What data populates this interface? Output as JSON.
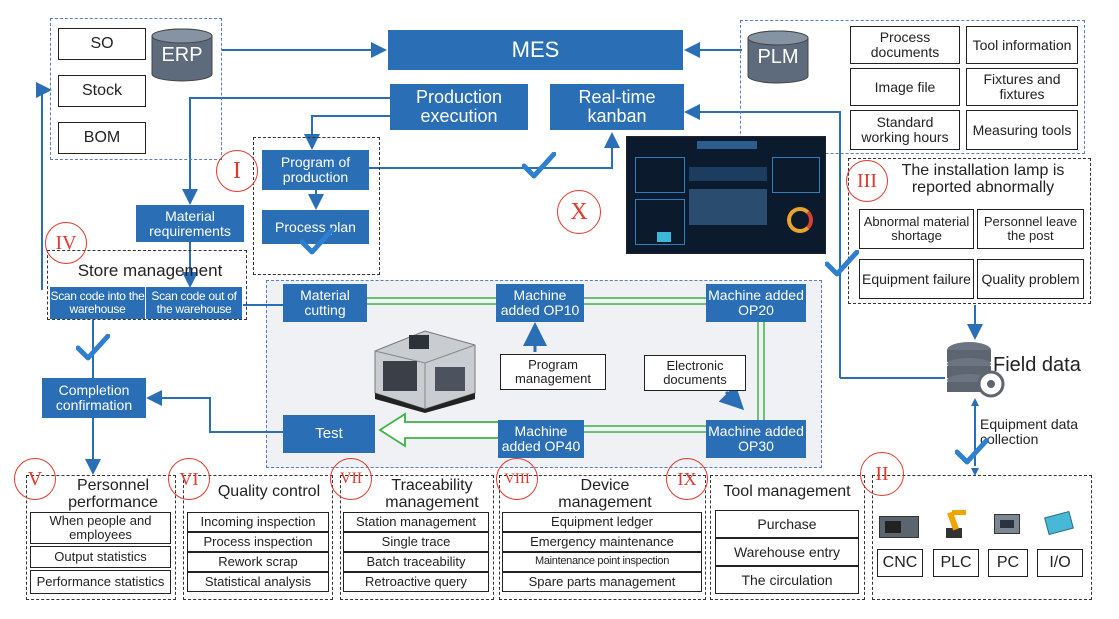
{
  "erp": {
    "label": "ERP",
    "items": [
      "SO",
      "Stock",
      "BOM"
    ]
  },
  "mes": {
    "label": "MES"
  },
  "plm": {
    "label": "PLM",
    "items": [
      "Process documents",
      "Tool information",
      "Image file",
      "Fixtures and fixtures",
      "Standard working hours",
      "Measuring tools"
    ]
  },
  "production_execution": "Production execution",
  "realtime_kanban": "Real-time kanban",
  "section_I": {
    "numeral": "I",
    "program": "Program of production",
    "process_plan": "Process plan"
  },
  "section_X": {
    "numeral": "X"
  },
  "section_III": {
    "numeral": "III",
    "title": "The installation lamp is reported abnormally",
    "items": [
      "Abnormal material shortage",
      "Personnel leave the post",
      "Equipment failure",
      "Quality problem"
    ]
  },
  "material_requirements": "Material requirements",
  "section_IV": {
    "numeral": "IV",
    "title": "Store management",
    "scan_in": "Scan code into the warehouse",
    "scan_out": "Scan code out of the warehouse"
  },
  "workshop": {
    "material_cutting": "Material cutting",
    "op10": "Machine added OP10",
    "op20": "Machine added OP20",
    "op30": "Machine added OP30",
    "op40": "Machine added OP40",
    "test": "Test",
    "program_management": "Program management",
    "electronic_documents": "Electronic documents"
  },
  "completion_confirmation": "Completion confirmation",
  "field_data": "Field data",
  "equipment_data_collection": "Equipment data collection",
  "section_V": {
    "numeral": "V",
    "title": "Personnel performance",
    "items": [
      "When people and employees",
      "Output statistics",
      "Performance statistics"
    ]
  },
  "section_VI": {
    "numeral": "VI",
    "title": "Quality control",
    "items": [
      "Incoming inspection",
      "Process inspection",
      "Rework scrap",
      "Statistical analysis"
    ]
  },
  "section_VII": {
    "numeral": "VII",
    "title": "Traceability management",
    "items": [
      "Station management",
      "Single trace",
      "Batch traceability",
      "Retroactive query"
    ]
  },
  "section_VIII": {
    "numeral": "VIII",
    "title": "Device management",
    "items": [
      "Equipment ledger",
      "Emergency maintenance",
      "Maintenance point inspection",
      "Spare parts management"
    ]
  },
  "section_IX": {
    "numeral": "IX",
    "title": "Tool management",
    "items": [
      "Purchase",
      "Warehouse entry",
      "The circulation"
    ]
  },
  "section_II": {
    "numeral": "II",
    "devices": [
      "CNC",
      "PLC",
      "PC",
      "I/O"
    ]
  },
  "colors": {
    "box_blue": "#2a6fb5",
    "roman_red": "#e03a2e",
    "check_blue": "#2f7fd0",
    "line_green": "#3db34a"
  }
}
